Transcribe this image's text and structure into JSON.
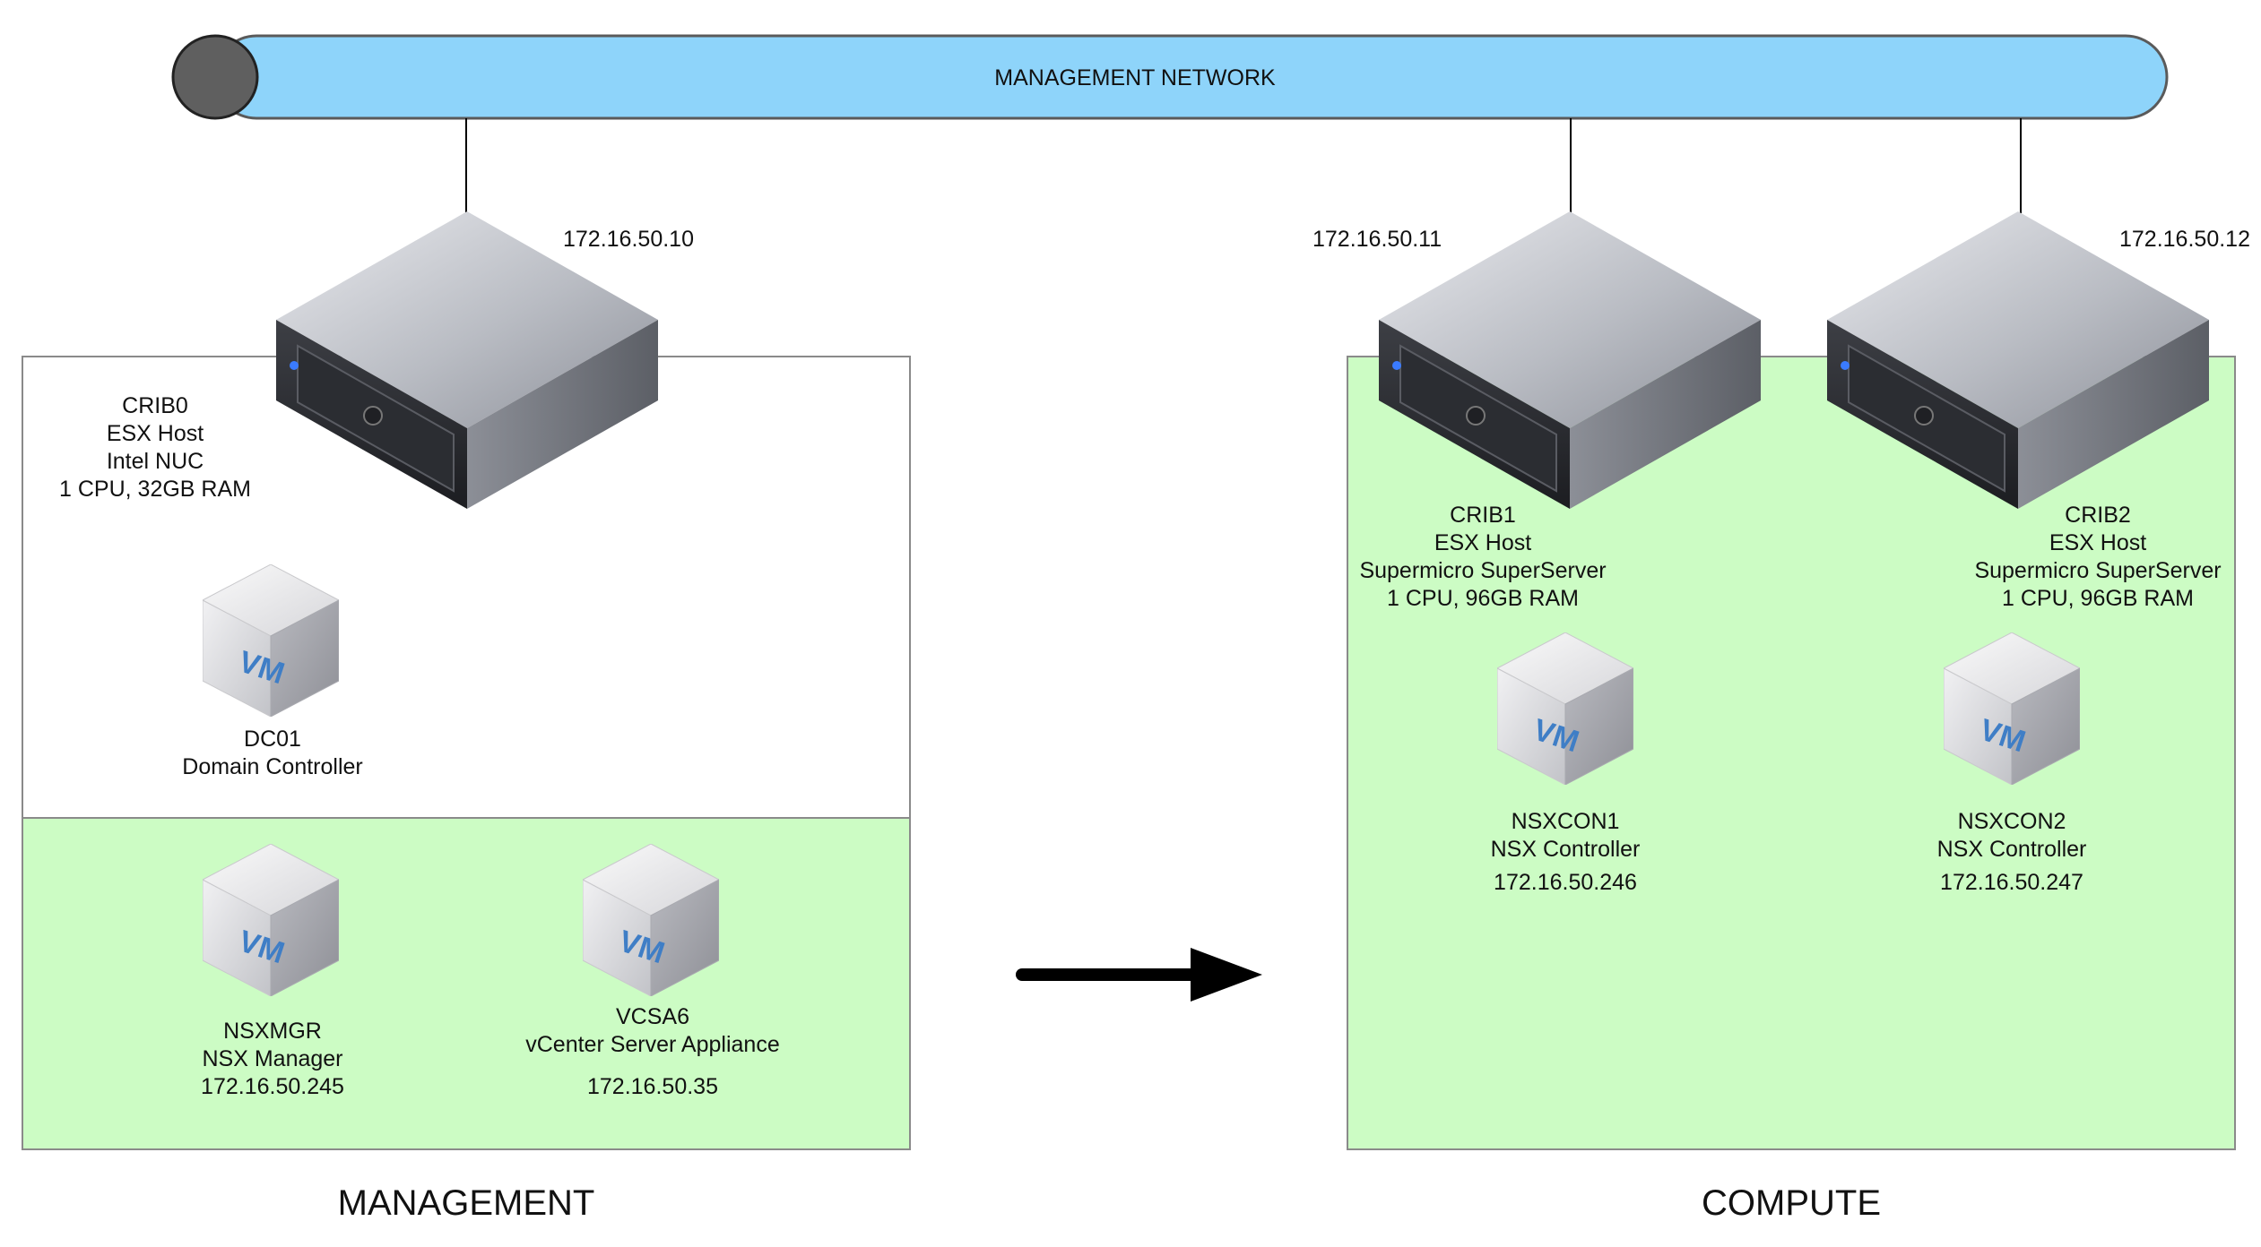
{
  "network": {
    "label": "MANAGEMENT NETWORK"
  },
  "sections": {
    "management": {
      "title": "MANAGEMENT"
    },
    "compute": {
      "title": "COMPUTE"
    }
  },
  "hosts": [
    {
      "ip": "172.16.50.10",
      "lines": [
        "CRIB0",
        "ESX Host",
        "Intel NUC",
        "1 CPU, 32GB RAM"
      ]
    },
    {
      "ip": "172.16.50.11",
      "lines": [
        "CRIB1",
        "ESX Host",
        "Supermicro SuperServer",
        "1 CPU, 96GB RAM"
      ]
    },
    {
      "ip": "172.16.50.12",
      "lines": [
        "CRIB2",
        "ESX Host",
        "Supermicro SuperServer",
        "1 CPU, 96GB RAM"
      ]
    }
  ],
  "vms": [
    {
      "badge": "VM",
      "lines": [
        "DC01",
        "Domain Controller"
      ]
    },
    {
      "badge": "VM",
      "lines": [
        "NSXMGR",
        "NSX Manager",
        "172.16.50.245"
      ]
    },
    {
      "badge": "VM",
      "lines": [
        "VCSA6",
        "vCenter Server Appliance"
      ],
      "ip": "172.16.50.35"
    },
    {
      "badge": "VM",
      "lines": [
        "NSXCON1",
        "NSX Controller"
      ],
      "ip": "172.16.50.246"
    },
    {
      "badge": "VM",
      "lines": [
        "NSXCON2",
        "NSX Controller"
      ],
      "ip": "172.16.50.247"
    }
  ],
  "colors": {
    "bus_fill": "#8ed4fa",
    "bus_cap": "#5f5f5f",
    "compute_fill": "#ccfcc4",
    "box_border": "#8a8a8a",
    "arrow": "#000000"
  }
}
